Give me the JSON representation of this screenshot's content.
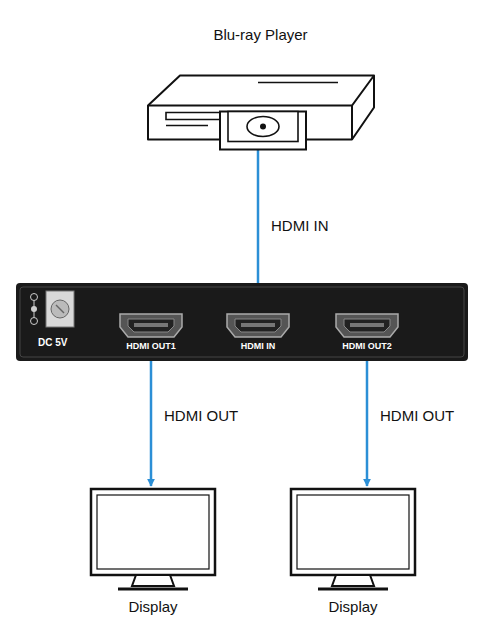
{
  "diagram": {
    "nodes": [
      {
        "text": [
          "Blu-ray Player"
        ]
      },
      {
        "text": [
          "DC 5V"
        ]
      },
      {
        "text": [
          "HDMI OUT1"
        ],
        "in": 1
      },
      {
        "text": [
          "HDMI IN"
        ],
        "in": 1
      },
      {
        "text": [
          "HDMI OUT2"
        ],
        "in": 1
      },
      {
        "text": [
          "Display"
        ]
      },
      {
        "text": [
          "Display"
        ]
      }
    ],
    "edges": [
      {
        "from": 0,
        "to": 3,
        "label": "HDMI IN",
        "arrow": "to"
      },
      {
        "from": 2,
        "to": 5,
        "label": "HDMI OUT",
        "arrow": "to"
      },
      {
        "from": 4,
        "to": 6,
        "label": "HDMI OUT",
        "arrow": "to"
      }
    ]
  }
}
